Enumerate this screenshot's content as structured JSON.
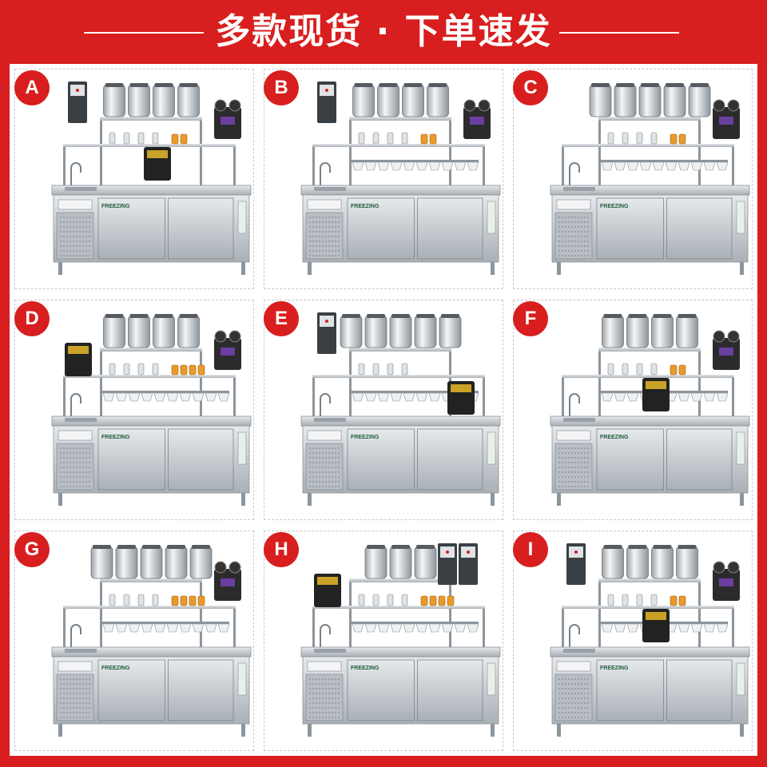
{
  "banner": {
    "title": "多款现货 · 下单速发"
  },
  "colors": {
    "brand_red": "#d81e1e",
    "steel": "#c7ccd1",
    "steel_dark": "#8d959c",
    "canister": "#e9ebed",
    "cup_sealer": "#2b2b2b"
  },
  "panel_brand": "FREEZING",
  "models": [
    {
      "label": "A",
      "canisters": 4,
      "left_unit": "water-boiler",
      "right_unit": "cup-sealer",
      "middle_unit": "fructose-machine",
      "bottles": 2,
      "cup_rack": false
    },
    {
      "label": "B",
      "canisters": 4,
      "left_unit": "water-boiler",
      "right_unit": "cup-sealer",
      "middle_unit": "",
      "bottles": 2,
      "cup_rack": true
    },
    {
      "label": "C",
      "canisters": 5,
      "left_unit": "",
      "right_unit": "cup-sealer",
      "middle_unit": "",
      "bottles": 2,
      "cup_rack": true
    },
    {
      "label": "D",
      "canisters": 4,
      "left_unit": "fructose-machine",
      "right_unit": "cup-sealer",
      "middle_unit": "",
      "bottles": 4,
      "cup_rack": true
    },
    {
      "label": "E",
      "canisters": 5,
      "left_unit": "water-boiler",
      "right_unit": "fructose-machine",
      "middle_unit": "",
      "bottles": 0,
      "cup_rack": true
    },
    {
      "label": "F",
      "canisters": 4,
      "left_unit": "",
      "right_unit": "cup-sealer",
      "middle_unit": "fructose-machine",
      "bottles": 2,
      "cup_rack": true
    },
    {
      "label": "G",
      "canisters": 5,
      "left_unit": "",
      "right_unit": "cup-sealer",
      "middle_unit": "",
      "bottles": 4,
      "cup_rack": true
    },
    {
      "label": "H",
      "canisters": 3,
      "left_unit": "fructose-machine",
      "right_unit": "double-water-boiler",
      "middle_unit": "",
      "bottles": 4,
      "cup_rack": true
    },
    {
      "label": "I",
      "canisters": 4,
      "left_unit": "water-boiler",
      "right_unit": "cup-sealer",
      "middle_unit": "fructose-machine",
      "bottles": 2,
      "cup_rack": true
    }
  ]
}
